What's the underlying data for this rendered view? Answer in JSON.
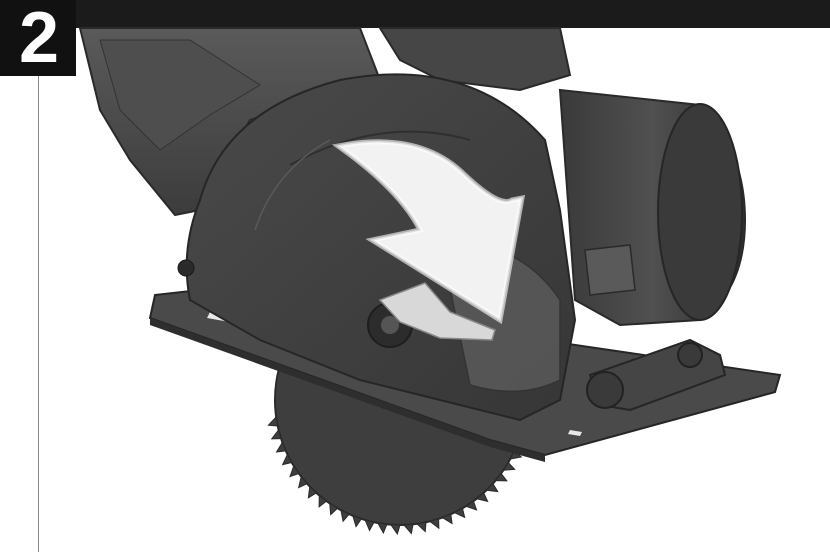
{
  "step": {
    "number": "2"
  },
  "illustration": {
    "subject": "circular-saw",
    "arrow_direction": "down",
    "colors": {
      "saw_body": "#3c3c3c",
      "arrow_fill": "#f2f2f2",
      "header_bar": "#1b1b1b"
    }
  }
}
